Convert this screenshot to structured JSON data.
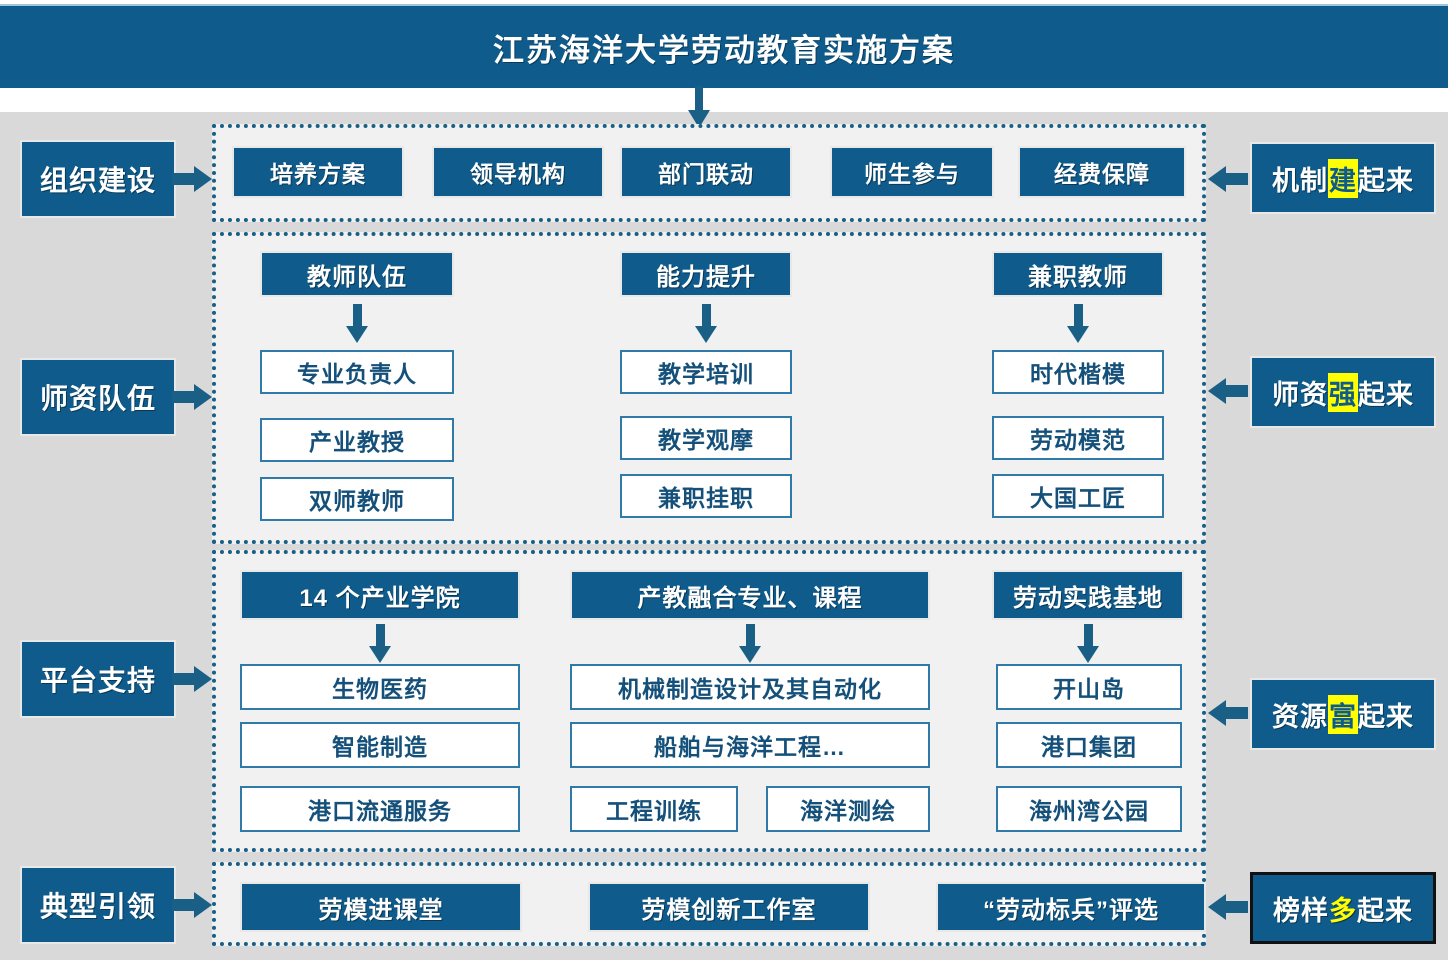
{
  "title": "江苏海洋大学劳动教育实施方案",
  "page_background": "#d9d9d9",
  "accent_color": "#0f5c8c",
  "panel_background": "#f1f1f1",
  "highlight_color": "#ffff00",
  "sections": [
    {
      "id": "organization",
      "left_label": "组织建设",
      "right_label": {
        "prefix": "机制",
        "highlight": "建",
        "suffix": "起来",
        "highlight_style": "background"
      },
      "items": [
        "培养方案",
        "领导机构",
        "部门联动",
        "师生参与",
        "经费保障"
      ]
    },
    {
      "id": "faculty",
      "left_label": "师资队伍",
      "right_label": {
        "prefix": "师资",
        "highlight": "强",
        "suffix": "起来",
        "highlight_style": "background"
      },
      "columns": [
        {
          "header": "教师队伍",
          "items": [
            "专业负责人",
            "产业教授",
            "双师教师"
          ]
        },
        {
          "header": "能力提升",
          "items": [
            "教学培训",
            "教学观摩",
            "兼职挂职"
          ]
        },
        {
          "header": "兼职教师",
          "items": [
            "时代楷模",
            "劳动模范",
            "大国工匠"
          ]
        }
      ]
    },
    {
      "id": "platform",
      "left_label": "平台支持",
      "right_label": {
        "prefix": "资源",
        "highlight": "富",
        "suffix": "起来",
        "highlight_style": "background"
      },
      "columns": [
        {
          "header": "14 个产业学院",
          "items": [
            "生物医药",
            "智能制造",
            "港口流通服务"
          ]
        },
        {
          "header": "产教融合专业、课程",
          "items": [
            "机械制造设计及其自动化",
            "船舶与海洋工程…"
          ],
          "split_items": [
            "工程训练",
            "海洋测绘"
          ]
        },
        {
          "header": "劳动实践基地",
          "items": [
            "开山岛",
            "港口集团",
            "海州湾公园"
          ]
        }
      ]
    },
    {
      "id": "exemplar",
      "left_label": "典型引领",
      "right_label": {
        "prefix": "榜样",
        "highlight": "多",
        "suffix": "起来",
        "highlight_style": "text"
      },
      "items": [
        "劳模进课堂",
        "劳模创新工作室",
        "“劳动标兵”评选"
      ]
    }
  ],
  "icons": {
    "arrow_down_main": "arrow-down-icon",
    "arrow_right": "arrow-right-icon",
    "arrow_left": "arrow-left-icon",
    "arrow_column": "arrow-down-icon"
  }
}
